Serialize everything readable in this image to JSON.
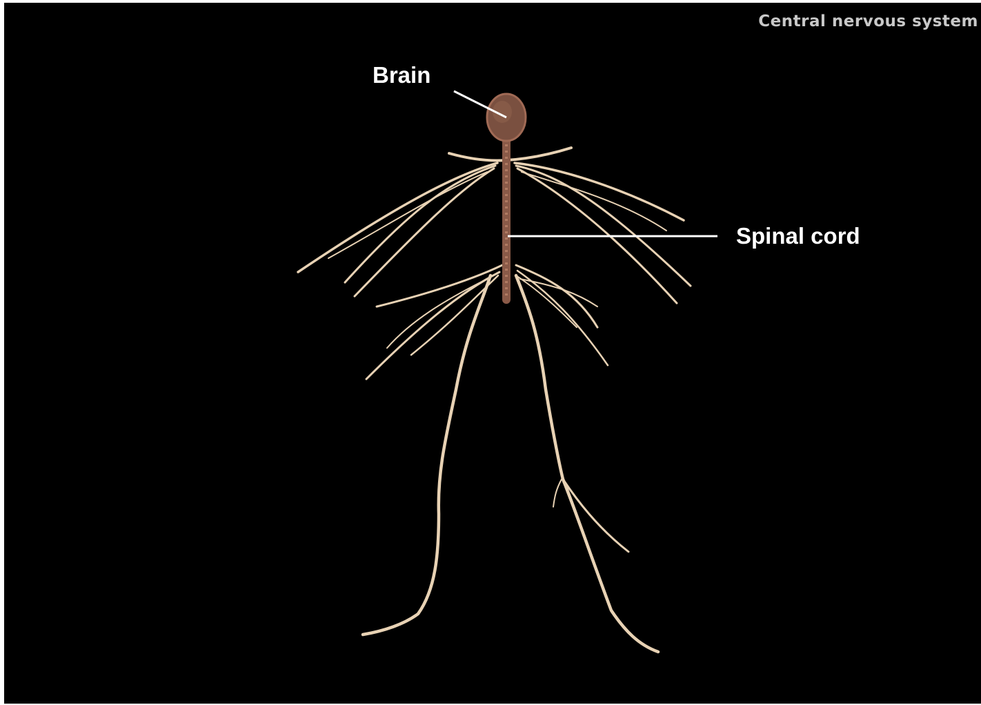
{
  "header": {
    "title": "Central nervous system"
  },
  "labels": {
    "brain": "Brain",
    "spinal_cord": "Spinal cord"
  },
  "colors": {
    "background": "#000000",
    "nerve": "#e8d2b4",
    "brain": "#7a5040",
    "spinal_cord": "#8a5a48",
    "label_text": "#ffffff",
    "title_text": "#c8c8c8"
  }
}
